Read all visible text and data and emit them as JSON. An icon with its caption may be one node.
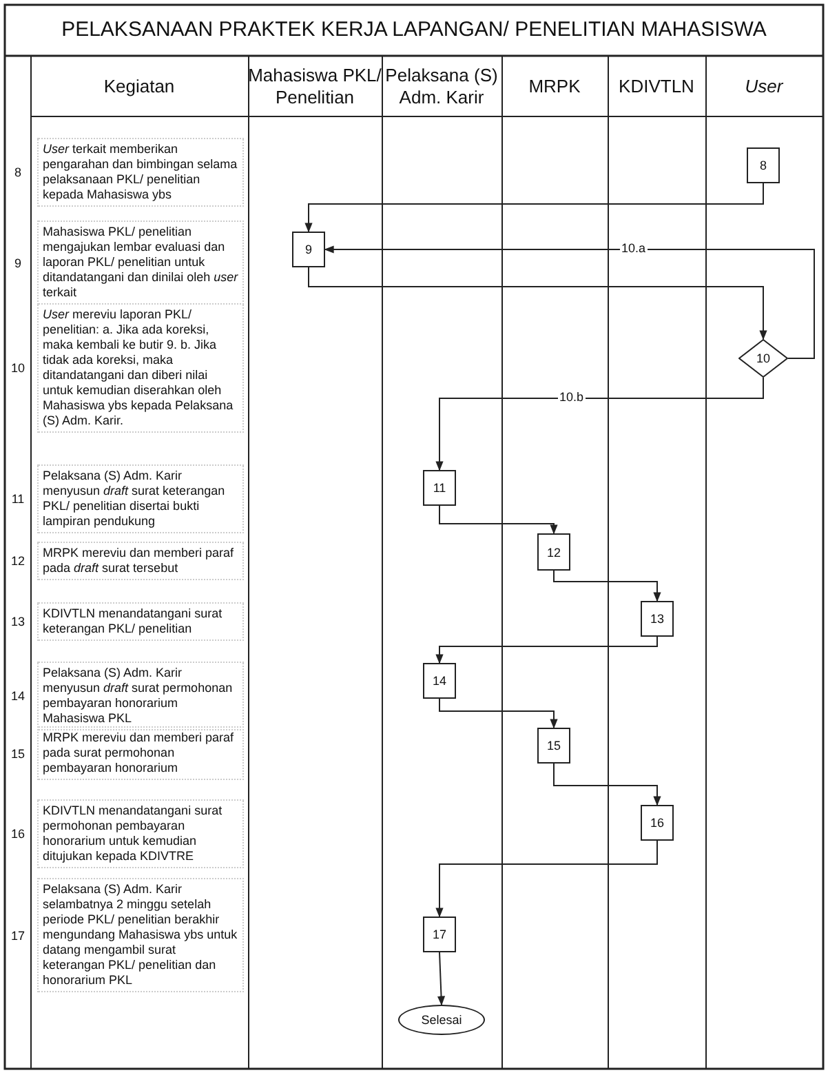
{
  "diagram": {
    "title": "PELAKSANAAN PRAKTEK KERJA LAPANGAN/ PENELITIAN MAHASISWA",
    "nodes": [
      {
        "text": [
          "8"
        ]
      },
      {
        "text": [
          "9"
        ]
      },
      {
        "text": [
          "10"
        ]
      },
      {
        "text": [
          "11"
        ]
      },
      {
        "text": [
          "12"
        ]
      },
      {
        "text": [
          "13"
        ]
      },
      {
        "text": [
          "14"
        ]
      },
      {
        "text": [
          "15"
        ]
      },
      {
        "text": [
          "16"
        ]
      },
      {
        "text": [
          "17"
        ]
      },
      {
        "text": [
          "Selesai"
        ]
      }
    ],
    "edges": [
      {
        "from": 0,
        "to": 1,
        "arrow": "to"
      },
      {
        "from": 1,
        "to": 2,
        "arrow": "to"
      },
      {
        "from": 2,
        "to": 1,
        "arrow": "to",
        "label": "10.a"
      },
      {
        "from": 2,
        "to": 3,
        "arrow": "to",
        "label": "10.b"
      },
      {
        "from": 3,
        "to": 4,
        "arrow": "to"
      },
      {
        "from": 4,
        "to": 5,
        "arrow": "to"
      },
      {
        "from": 5,
        "to": 6,
        "arrow": "to"
      },
      {
        "from": 6,
        "to": 7,
        "arrow": "to"
      },
      {
        "from": 7,
        "to": 8,
        "arrow": "to"
      },
      {
        "from": 8,
        "to": 9,
        "arrow": "to"
      },
      {
        "from": 9,
        "to": 10,
        "arrow": "to"
      }
    ],
    "labels": [
      "Kegiatan",
      "Mahasiswa PKL/ Penelitian",
      "Pelaksana (S) Adm. Karir",
      "MRPK",
      "KDIVTLN",
      "User",
      "8",
      "*User* terkait memberikan pengarahan dan bimbingan selama pelaksanaan PKL/ penelitian kepada Mahasiswa ybs",
      "9",
      "Mahasiswa PKL/ penelitian mengajukan lembar evaluasi dan laporan PKL/ penelitian untuk ditandatangani dan dinilai oleh *user* terkait",
      "10",
      "*User* mereviu laporan PKL/ penelitian: a. Jika ada koreksi, maka kembali ke butir 9. b. Jika tidak ada koreksi, maka ditandatangani dan diberi nilai untuk kemudian diserahkan oleh Mahasiswa ybs kepada Pelaksana (S) Adm. Karir.",
      "11",
      "Pelaksana (S) Adm. Karir menyusun *draft* surat keterangan PKL/ penelitian disertai bukti lampiran pendukung",
      "12",
      "MRPK mereviu dan memberi paraf pada *draft* surat tersebut",
      "13",
      "KDIVTLN menandatangani surat keterangan PKL/ penelitian",
      "14",
      "Pelaksana (S) Adm. Karir menyusun *draft* surat permohonan pembayaran honorarium Mahasiswa PKL",
      "15",
      "MRPK mereviu dan memberi paraf pada surat permohonan pembayaran honorarium",
      "16",
      "KDIVTLN menandatangani surat permohonan pembayaran honorarium untuk kemudian ditujukan kepada KDIVTRE",
      "17",
      "Pelaksana (S) Adm. Karir selambatnya 2 minggu setelah periode PKL/ penelitian berakhir mengundang Mahasiswa ybs untuk datang mengambil surat keterangan PKL/ penelitian dan honorarium PKL"
    ]
  }
}
